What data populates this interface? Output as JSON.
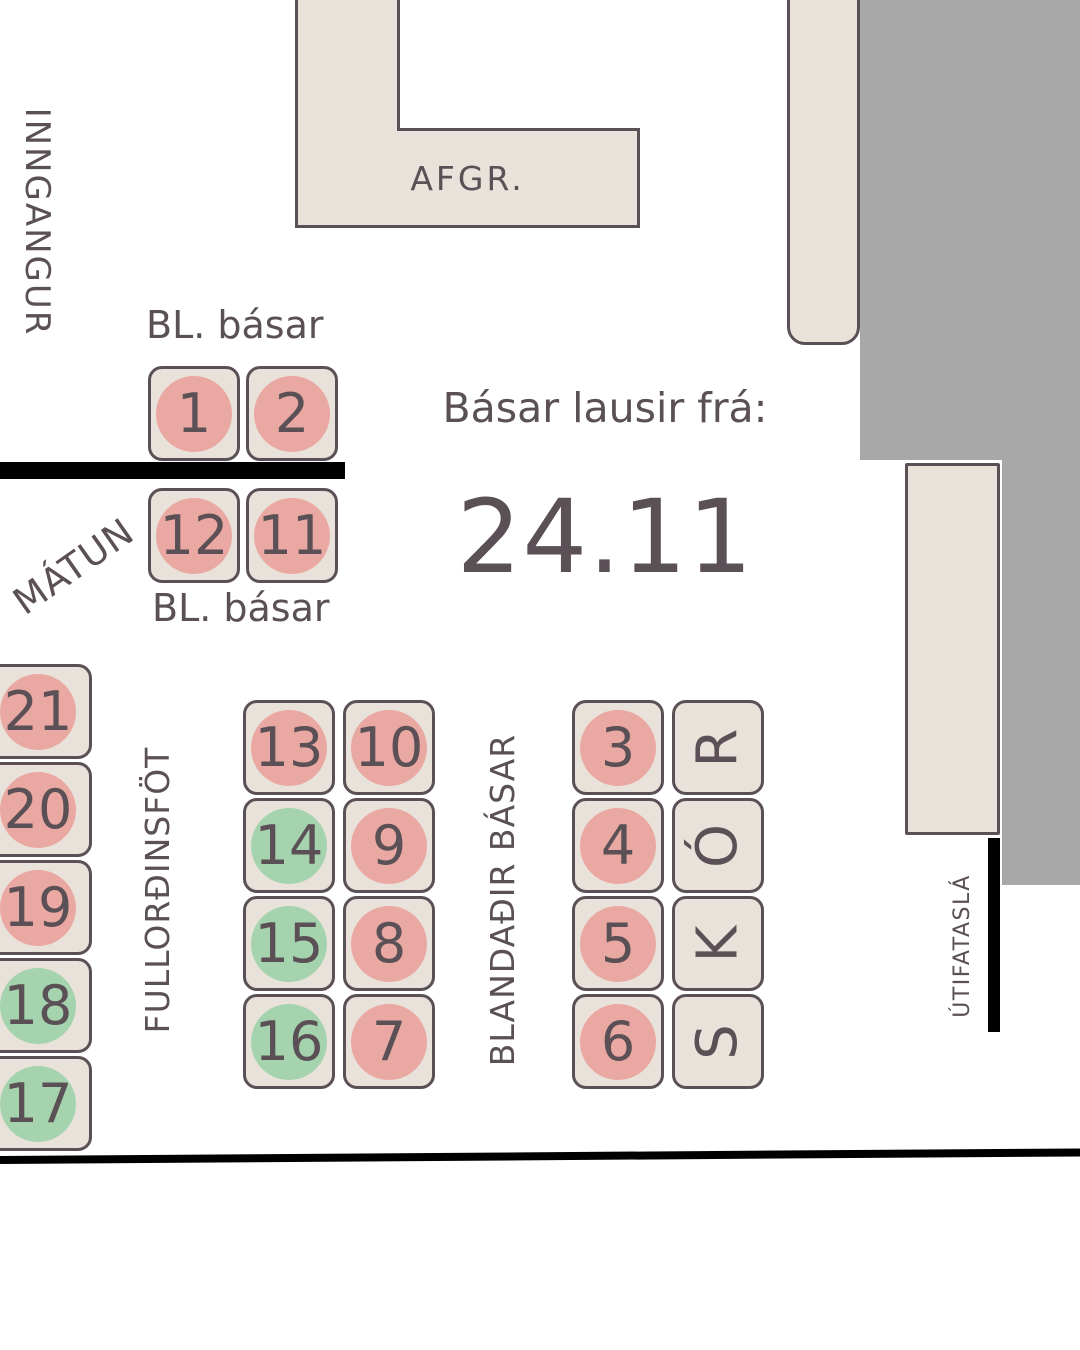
{
  "palette": {
    "background": "#ffffff",
    "booth_fill": "#e9e2da",
    "outline": "#5a5056",
    "pink": "#eaa8a2",
    "green": "#a5d3ae",
    "gray": "#a8a8a8",
    "black": "#000000",
    "text": "#5a5056"
  },
  "labels": {
    "entrance": "INNGANGUR",
    "fitting_room": "MÁTUN",
    "register": "AFGR.",
    "bl_basar_top": "BL. básar",
    "bl_basar_bottom": "BL. básar",
    "available_heading": "Básar lausir frá:",
    "available_date": "24.11",
    "adult_clothes": "FULLORÐINSFÖT",
    "mixed_booths": "BLANDAÐIR BÁSAR",
    "outerwear_rack": "ÚTIFATASLÁ"
  },
  "booths": {
    "bl_top": [
      {
        "num": "1",
        "circle": "pink"
      },
      {
        "num": "2",
        "circle": "pink"
      }
    ],
    "bl_bottom": [
      {
        "num": "12",
        "circle": "pink"
      },
      {
        "num": "11",
        "circle": "pink"
      }
    ],
    "left_column": [
      {
        "num": "21",
        "circle": "pink"
      },
      {
        "num": "20",
        "circle": "pink"
      },
      {
        "num": "19",
        "circle": "pink"
      },
      {
        "num": "18",
        "circle": "green"
      },
      {
        "num": "17",
        "circle": "green"
      }
    ],
    "middle_left_column": [
      {
        "num": "13",
        "circle": "pink"
      },
      {
        "num": "14",
        "circle": "green"
      },
      {
        "num": "15",
        "circle": "green"
      },
      {
        "num": "16",
        "circle": "green"
      }
    ],
    "middle_right_column": [
      {
        "num": "10",
        "circle": "pink"
      },
      {
        "num": "9",
        "circle": "pink"
      },
      {
        "num": "8",
        "circle": "pink"
      },
      {
        "num": "7",
        "circle": "pink"
      }
    ],
    "mixed_column": [
      {
        "num": "3",
        "circle": "pink"
      },
      {
        "num": "4",
        "circle": "pink"
      },
      {
        "num": "5",
        "circle": "pink"
      },
      {
        "num": "6",
        "circle": "pink"
      }
    ],
    "shoe_letters": [
      "R",
      "Ó",
      "K",
      "S"
    ]
  }
}
